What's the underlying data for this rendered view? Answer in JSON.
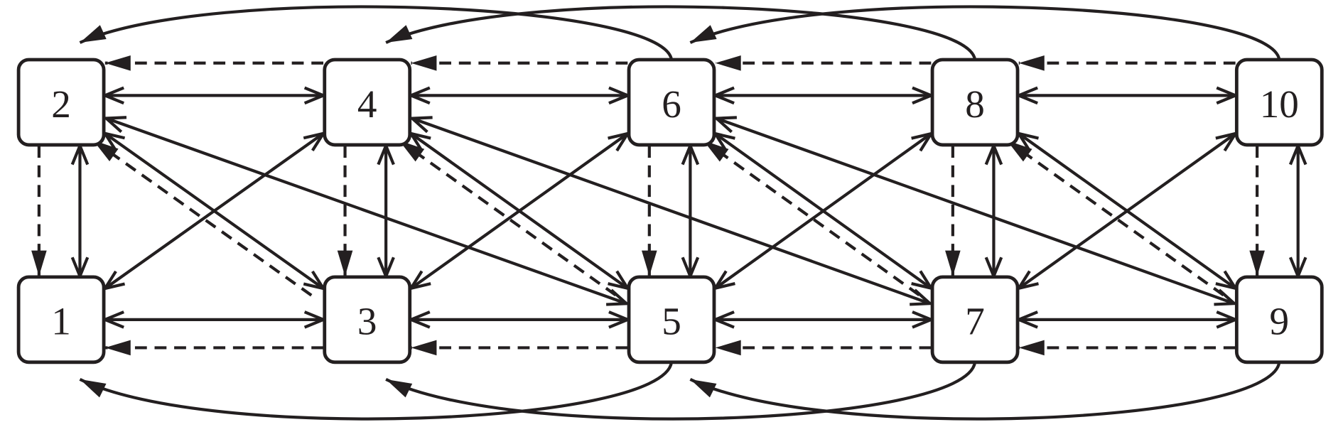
{
  "colors": {
    "ink": "#231f20",
    "background": "#ffffff"
  },
  "nodes": [
    {
      "id": "1",
      "label": "1",
      "col": 0,
      "row": 1
    },
    {
      "id": "2",
      "label": "2",
      "col": 0,
      "row": 0
    },
    {
      "id": "3",
      "label": "3",
      "col": 1,
      "row": 1
    },
    {
      "id": "4",
      "label": "4",
      "col": 1,
      "row": 0
    },
    {
      "id": "5",
      "label": "5",
      "col": 2,
      "row": 1
    },
    {
      "id": "6",
      "label": "6",
      "col": 2,
      "row": 0
    },
    {
      "id": "7",
      "label": "7",
      "col": 3,
      "row": 1
    },
    {
      "id": "8",
      "label": "8",
      "col": 3,
      "row": 0
    },
    {
      "id": "9",
      "label": "9",
      "col": 4,
      "row": 1
    },
    {
      "id": "10",
      "label": "10",
      "col": 4,
      "row": 0
    }
  ],
  "edges": [
    {
      "from": "2",
      "to": "4",
      "style": "solid",
      "direction": "both"
    },
    {
      "from": "4",
      "to": "6",
      "style": "solid",
      "direction": "both"
    },
    {
      "from": "6",
      "to": "8",
      "style": "solid",
      "direction": "both"
    },
    {
      "from": "8",
      "to": "10",
      "style": "solid",
      "direction": "both"
    },
    {
      "from": "1",
      "to": "3",
      "style": "solid",
      "direction": "both"
    },
    {
      "from": "3",
      "to": "5",
      "style": "solid",
      "direction": "both"
    },
    {
      "from": "5",
      "to": "7",
      "style": "solid",
      "direction": "both"
    },
    {
      "from": "7",
      "to": "9",
      "style": "solid",
      "direction": "both"
    },
    {
      "from": "4",
      "to": "2",
      "style": "dashed",
      "direction": "forward"
    },
    {
      "from": "6",
      "to": "4",
      "style": "dashed",
      "direction": "forward"
    },
    {
      "from": "8",
      "to": "6",
      "style": "dashed",
      "direction": "forward"
    },
    {
      "from": "10",
      "to": "8",
      "style": "dashed",
      "direction": "forward"
    },
    {
      "from": "3",
      "to": "1",
      "style": "dashed",
      "direction": "forward"
    },
    {
      "from": "5",
      "to": "3",
      "style": "dashed",
      "direction": "forward"
    },
    {
      "from": "7",
      "to": "5",
      "style": "dashed",
      "direction": "forward"
    },
    {
      "from": "9",
      "to": "7",
      "style": "dashed",
      "direction": "forward"
    },
    {
      "from": "1",
      "to": "2",
      "style": "solid",
      "direction": "both"
    },
    {
      "from": "3",
      "to": "4",
      "style": "solid",
      "direction": "both"
    },
    {
      "from": "5",
      "to": "6",
      "style": "solid",
      "direction": "both"
    },
    {
      "from": "7",
      "to": "8",
      "style": "solid",
      "direction": "both"
    },
    {
      "from": "9",
      "to": "10",
      "style": "solid",
      "direction": "both"
    },
    {
      "from": "2",
      "to": "1",
      "style": "dashed",
      "direction": "forward"
    },
    {
      "from": "4",
      "to": "3",
      "style": "dashed",
      "direction": "forward"
    },
    {
      "from": "6",
      "to": "5",
      "style": "dashed",
      "direction": "forward"
    },
    {
      "from": "8",
      "to": "7",
      "style": "dashed",
      "direction": "forward"
    },
    {
      "from": "10",
      "to": "9",
      "style": "dashed",
      "direction": "forward"
    },
    {
      "from": "1",
      "to": "4",
      "style": "solid",
      "direction": "both"
    },
    {
      "from": "2",
      "to": "3",
      "style": "solid",
      "direction": "both"
    },
    {
      "from": "3",
      "to": "6",
      "style": "solid",
      "direction": "both"
    },
    {
      "from": "4",
      "to": "5",
      "style": "solid",
      "direction": "both"
    },
    {
      "from": "5",
      "to": "8",
      "style": "solid",
      "direction": "both"
    },
    {
      "from": "6",
      "to": "7",
      "style": "solid",
      "direction": "both"
    },
    {
      "from": "7",
      "to": "10",
      "style": "solid",
      "direction": "both"
    },
    {
      "from": "8",
      "to": "9",
      "style": "solid",
      "direction": "both"
    },
    {
      "from": "2",
      "to": "5",
      "style": "solid",
      "direction": "both"
    },
    {
      "from": "4",
      "to": "7",
      "style": "solid",
      "direction": "both"
    },
    {
      "from": "6",
      "to": "9",
      "style": "solid",
      "direction": "both"
    },
    {
      "from": "3",
      "to": "2",
      "style": "dashed",
      "direction": "forward"
    },
    {
      "from": "5",
      "to": "4",
      "style": "dashed",
      "direction": "forward"
    },
    {
      "from": "7",
      "to": "6",
      "style": "dashed",
      "direction": "forward"
    },
    {
      "from": "9",
      "to": "8",
      "style": "dashed",
      "direction": "forward"
    },
    {
      "from": "6",
      "to": "2",
      "style": "curved",
      "direction": "forward"
    },
    {
      "from": "8",
      "to": "4",
      "style": "curved",
      "direction": "forward"
    },
    {
      "from": "10",
      "to": "6",
      "style": "curved",
      "direction": "forward"
    },
    {
      "from": "5",
      "to": "1",
      "style": "curved",
      "direction": "forward"
    },
    {
      "from": "7",
      "to": "3",
      "style": "curved",
      "direction": "forward"
    },
    {
      "from": "9",
      "to": "5",
      "style": "curved",
      "direction": "forward"
    }
  ]
}
